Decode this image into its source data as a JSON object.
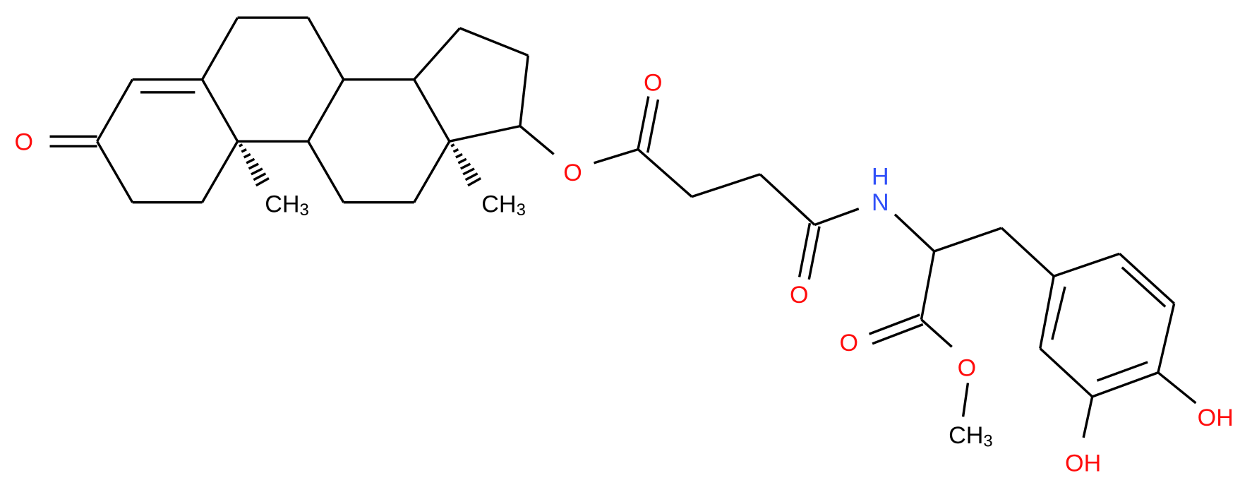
{
  "diagram": {
    "type": "chemical-structure",
    "colors": {
      "bond": "#000000",
      "oxygen": "#ff0d0d",
      "nitrogen": "#3050f8",
      "carbon_label": "#000000"
    },
    "atoms": {
      "o_ketone": "O",
      "ch3_c10": {
        "main": "CH",
        "sub": "3"
      },
      "ch3_c13": {
        "main": "CH",
        "sub": "3"
      },
      "o_ester": "O",
      "o_succ_carbonyl": "O",
      "nh": {
        "h": "H",
        "n": "N"
      },
      "o_amide": "O",
      "o_methyl_ester_carbonyl": "O",
      "o_methyl_ester": "O",
      "ch3_methoxy": {
        "main": "CH",
        "sub": "3"
      },
      "oh_para": "OH",
      "oh_meta": "OH"
    }
  }
}
